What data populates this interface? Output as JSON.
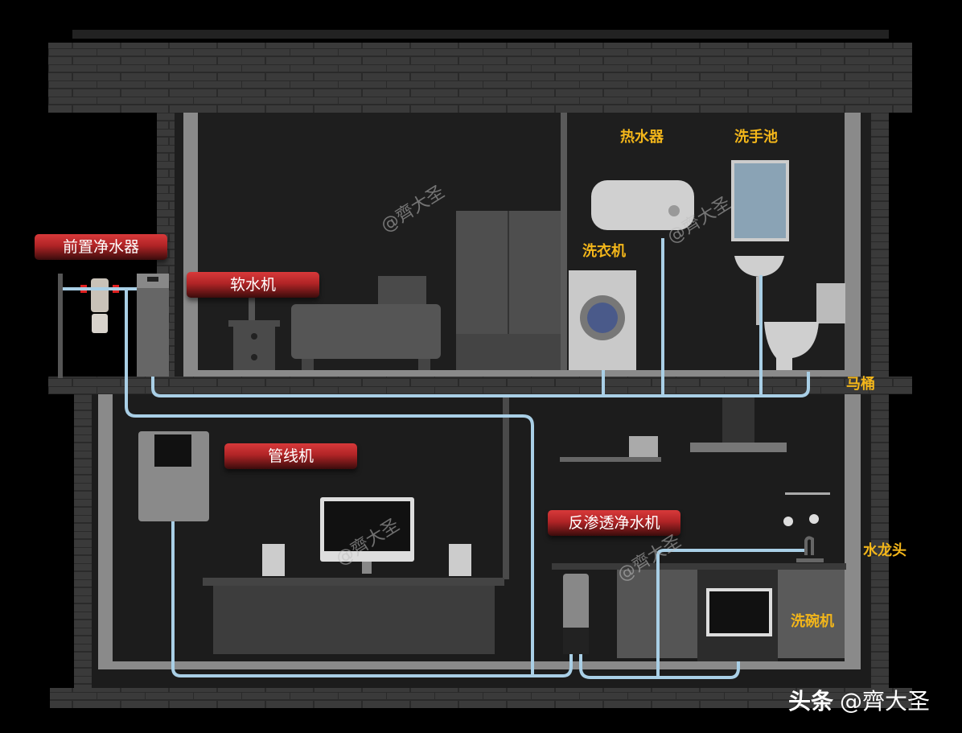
{
  "labels": {
    "pre_filter": "前置净水器",
    "softener": "软水机",
    "pipeline_dispenser": "管线机",
    "ro_purifier": "反渗透净水机"
  },
  "fixtures": {
    "water_heater": "热水器",
    "wash_basin": "洗手池",
    "washing_machine": "洗衣机",
    "toilet": "马桶",
    "faucet": "水龙头",
    "dishwasher": "洗碗机"
  },
  "watermark": "@齊大圣",
  "footer": {
    "platform": "头条",
    "handle": "@齊大圣"
  },
  "colors": {
    "pipe": "#a9cfe6",
    "label_red": "#c62f30",
    "fixture_yellow": "#f3b61a",
    "wall": "#2d2d2d",
    "room": "#1c1c1c"
  }
}
